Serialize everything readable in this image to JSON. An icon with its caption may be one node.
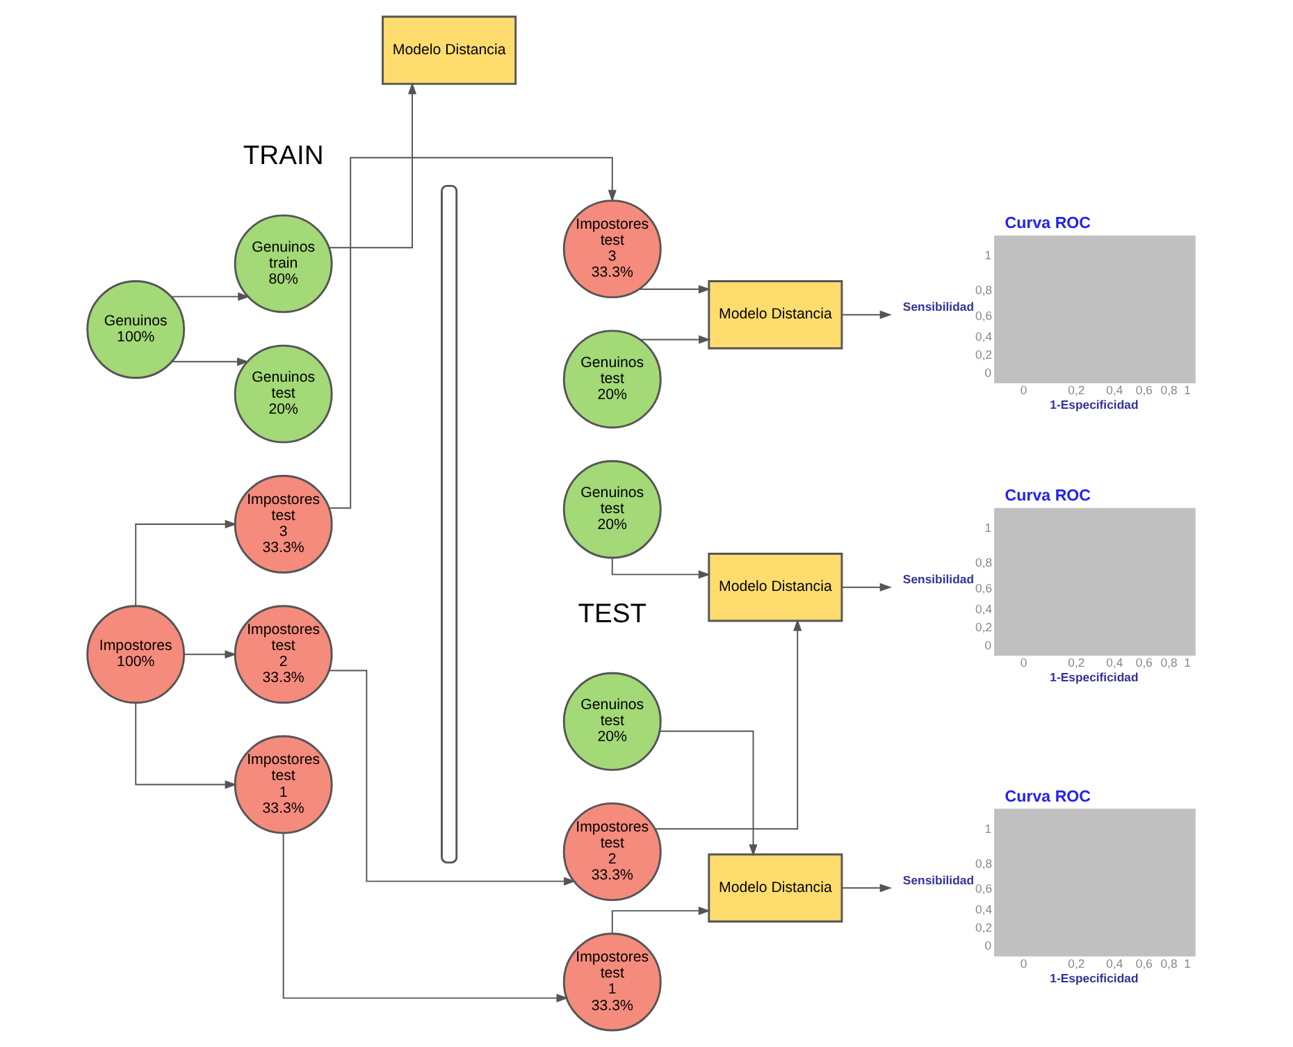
{
  "diagram": {
    "nodes": [
      {
        "text": [
          "Genuinos 100%"
        ]
      },
      {
        "text": [
          "Genuinos train 80%"
        ]
      },
      {
        "text": [
          "Modelo Distancia"
        ]
      },
      {
        "text": [
          "Genuinos test 20%"
        ]
      },
      {
        "text": [
          "Impostores test 1 33.3%"
        ]
      },
      {
        "text": [
          "Impostores 100%"
        ]
      },
      {
        "text": [
          "Impostores test 2 33.3%"
        ]
      },
      {
        "text": [
          "Impostores test 3 33.3%"
        ]
      },
      {
        "text": [],
        "shape": "bar"
      },
      {
        "text": [
          "Genuinos test 20%"
        ]
      },
      {
        "text": [
          "Impostores test 1 33.3%"
        ]
      },
      {
        "text": [
          "Modelo Distancia"
        ]
      },
      {
        "text": [
          "Curva ROC",
          "1",
          "0,8",
          "0,6",
          "0,4",
          "0,2",
          "0",
          "Sensibilidad",
          "0",
          "0,2",
          "0,4",
          "0,6",
          "0,8",
          "1",
          "1-Especificidad"
        ]
      },
      {
        "text": [
          "Genuinos test 20%"
        ]
      },
      {
        "text": [
          "Impostores test 2 33.3%"
        ]
      },
      {
        "text": [
          "Modelo Distancia"
        ]
      },
      {
        "text": [
          "Curva ROC",
          "1",
          "0,8",
          "0,6",
          "0,4",
          "0,2",
          "0",
          "Sensibilidad",
          "0",
          "0,2",
          "0,4",
          "0,6",
          "0,8",
          "1",
          "1-Especificidad"
        ]
      },
      {
        "text": [
          "Genuinos test 20%"
        ]
      },
      {
        "text": [
          "Impostores test 3 33.3%"
        ]
      },
      {
        "text": [
          "Modelo Distancia"
        ]
      },
      {
        "text": [
          "Curva ROC",
          "1",
          "0,8",
          "0,6",
          "0,4",
          "0,2",
          "0",
          "Sensibilidad",
          "0",
          "0,2",
          "0,4",
          "0,6",
          "0,8",
          "1",
          "1-Especificidad"
        ]
      }
    ],
    "edges": [
      {
        "from": 0,
        "to": 1,
        "arrow": "to"
      },
      {
        "from": 0,
        "to": 3,
        "arrow": "to"
      },
      {
        "from": 1,
        "to": 2,
        "arrow": "to"
      },
      {
        "from": 5,
        "to": 4,
        "arrow": "to"
      },
      {
        "from": 5,
        "to": 6,
        "arrow": "to"
      },
      {
        "from": 5,
        "to": 7,
        "arrow": "to"
      },
      {
        "from": 4,
        "to": 10,
        "arrow": "to"
      },
      {
        "from": 6,
        "to": 14,
        "arrow": "to"
      },
      {
        "from": 7,
        "to": 18,
        "arrow": "to"
      },
      {
        "from": 9,
        "to": 11,
        "arrow": "to"
      },
      {
        "from": 10,
        "to": 11,
        "arrow": "to"
      },
      {
        "from": 11,
        "to": 12,
        "arrow": "to"
      },
      {
        "from": 13,
        "to": 15,
        "arrow": "to"
      },
      {
        "from": 14,
        "to": 15,
        "arrow": "to"
      },
      {
        "from": 15,
        "to": 16,
        "arrow": "to"
      },
      {
        "from": 17,
        "to": 19,
        "arrow": "to"
      },
      {
        "from": 18,
        "to": 19,
        "arrow": "to"
      },
      {
        "from": 19,
        "to": 20,
        "arrow": "to"
      }
    ],
    "labels": [
      "TRAIN",
      "TEST"
    ]
  }
}
